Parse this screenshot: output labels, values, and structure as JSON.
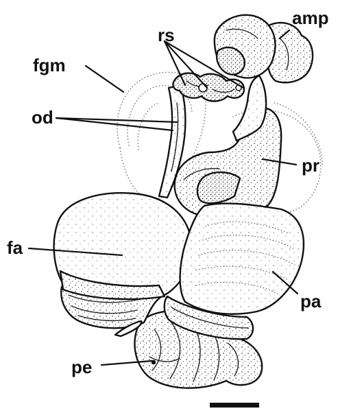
{
  "labels": {
    "amp": "amp",
    "rs": "rs",
    "fgm": "fgm",
    "od": "od",
    "pr": "pr",
    "fa": "fa",
    "pa": "pa",
    "pe": "pe"
  },
  "colors": {
    "ink": "#111111",
    "paper": "#ffffff",
    "stipple": "#777777"
  }
}
